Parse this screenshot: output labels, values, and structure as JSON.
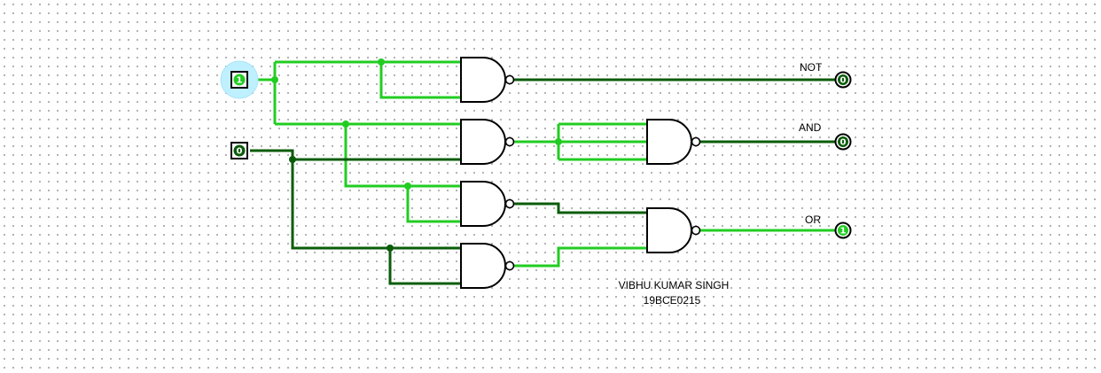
{
  "colors": {
    "wire_on": "#22cc22",
    "wire_off": "#0a5c0a",
    "selection": "#bff0ff"
  },
  "inputs": [
    {
      "name": "input-a",
      "value": "1",
      "state": "on",
      "selected": true
    },
    {
      "name": "input-b",
      "value": "0",
      "state": "off",
      "selected": false
    }
  ],
  "outputs": [
    {
      "label": "NOT",
      "value": "0",
      "state": "off"
    },
    {
      "label": "AND",
      "value": "0",
      "state": "off"
    },
    {
      "label": "OR",
      "value": "1",
      "state": "on"
    }
  ],
  "gates": {
    "type": "NAND",
    "count": 6
  },
  "author": {
    "name": "VIBHU KUMAR SINGH",
    "id": "19BCE0215"
  }
}
